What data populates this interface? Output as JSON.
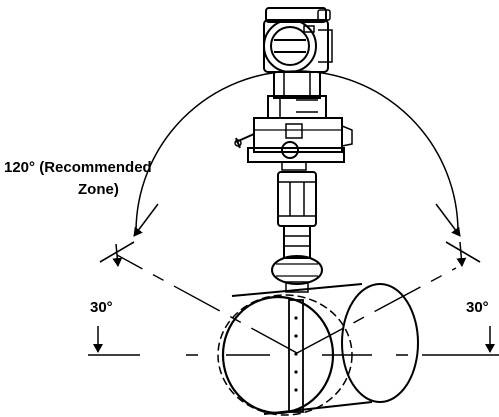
{
  "labels": {
    "zone_line1": "120° (Recommended",
    "zone_line2": "Zone)",
    "angle_left": "30°",
    "angle_right": "30°"
  },
  "colors": {
    "line": "#000000",
    "background": "#ffffff"
  }
}
